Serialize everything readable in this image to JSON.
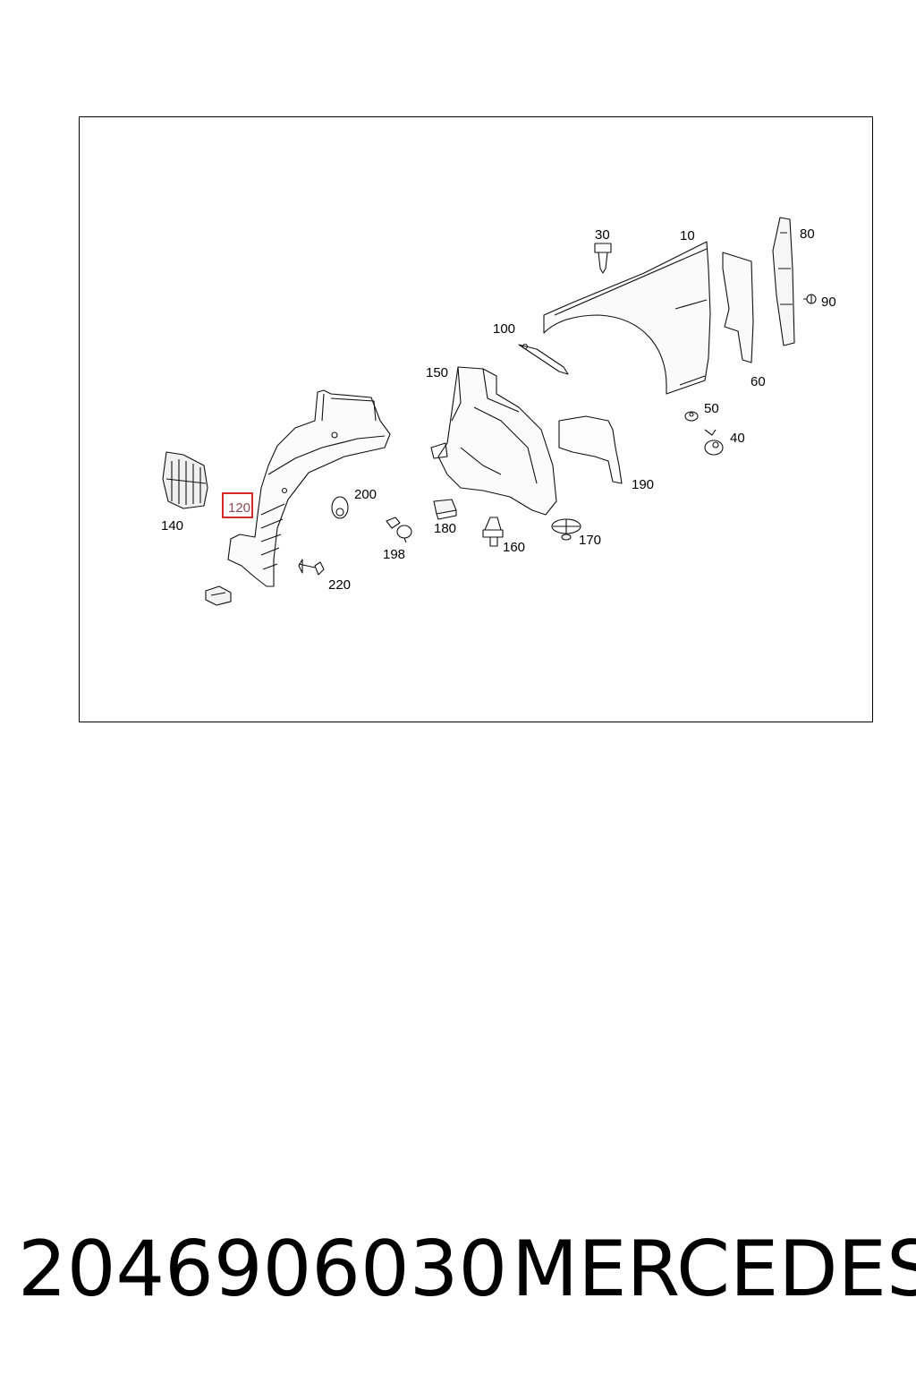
{
  "callouts": [
    {
      "id": "c10",
      "text": "10"
    },
    {
      "id": "c30",
      "text": "30"
    },
    {
      "id": "c40",
      "text": "40"
    },
    {
      "id": "c50",
      "text": "50"
    },
    {
      "id": "c60",
      "text": "60"
    },
    {
      "id": "c80",
      "text": "80"
    },
    {
      "id": "c90",
      "text": "90"
    },
    {
      "id": "c100",
      "text": "100"
    },
    {
      "id": "c120",
      "text": "120"
    },
    {
      "id": "c140",
      "text": "140"
    },
    {
      "id": "c150",
      "text": "150"
    },
    {
      "id": "c160",
      "text": "160"
    },
    {
      "id": "c170",
      "text": "170"
    },
    {
      "id": "c180",
      "text": "180"
    },
    {
      "id": "c190",
      "text": "190"
    },
    {
      "id": "c198",
      "text": "198"
    },
    {
      "id": "c200",
      "text": "200"
    },
    {
      "id": "c220",
      "text": "220"
    }
  ],
  "highlighted_callout": "120",
  "highlight_color": "#d62a2a",
  "footer": {
    "part_number": "2046906030",
    "brand": "MERCEDES"
  }
}
